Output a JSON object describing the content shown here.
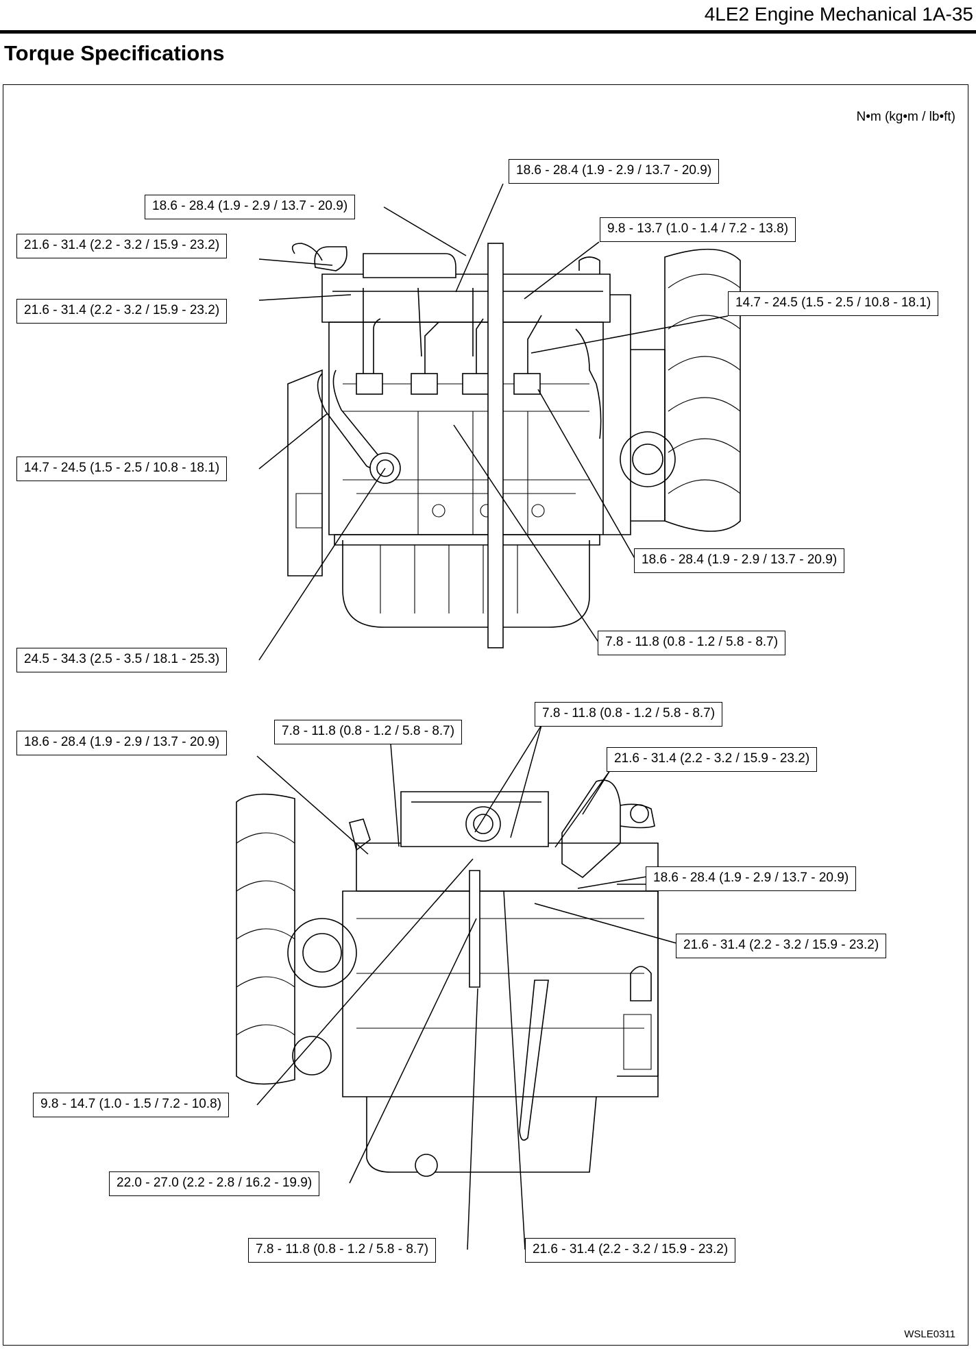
{
  "header": {
    "title": "4LE2 Engine Mechanical 1A-35"
  },
  "section": {
    "title": "Torque Specifications"
  },
  "units": "N•m (kg•m / lb•ft)",
  "figure_code": "WSLE0311",
  "callouts_upper": [
    "18.6 - 28.4 (1.9 - 2.9 / 13.7 - 20.9)",
    "18.6 - 28.4 (1.9 - 2.9 / 13.7 - 20.9)",
    "9.8 - 13.7 (1.0 - 1.4 / 7.2 - 13.8)",
    "21.6 - 31.4 (2.2 - 3.2 / 15.9 - 23.2)",
    "21.6 - 31.4 (2.2 - 3.2 / 15.9 - 23.2)",
    "14.7 - 24.5 (1.5 - 2.5 / 10.8 - 18.1)",
    "14.7 - 24.5 (1.5 - 2.5 / 10.8 - 18.1)",
    "18.6 - 28.4 (1.9 - 2.9 / 13.7 - 20.9)",
    "24.5 - 34.3 (2.5 - 3.5 / 18.1 - 25.3)",
    "7.8 - 11.8 (0.8 - 1.2 / 5.8 - 8.7)"
  ],
  "callouts_lower": [
    "7.8 - 11.8 (0.8 - 1.2 / 5.8 - 8.7)",
    "18.6 - 28.4 (1.9 - 2.9 / 13.7 - 20.9)",
    "7.8 - 11.8 (0.8 - 1.2 / 5.8 - 8.7)",
    "21.6 - 31.4 (2.2 - 3.2 / 15.9 - 23.2)",
    "18.6 - 28.4 (1.9 - 2.9 / 13.7 - 20.9)",
    "21.6 - 31.4 (2.2 - 3.2 / 15.9 - 23.2)",
    "9.8 - 14.7 (1.0 - 1.5 / 7.2 - 10.8)",
    "22.0 - 27.0 (2.2 - 2.8 / 16.2 - 19.9)",
    "7.8 - 11.8 (0.8 - 1.2 / 5.8 - 8.7)",
    "21.6 - 31.4 (2.2 - 3.2 / 15.9 - 23.2)"
  ]
}
